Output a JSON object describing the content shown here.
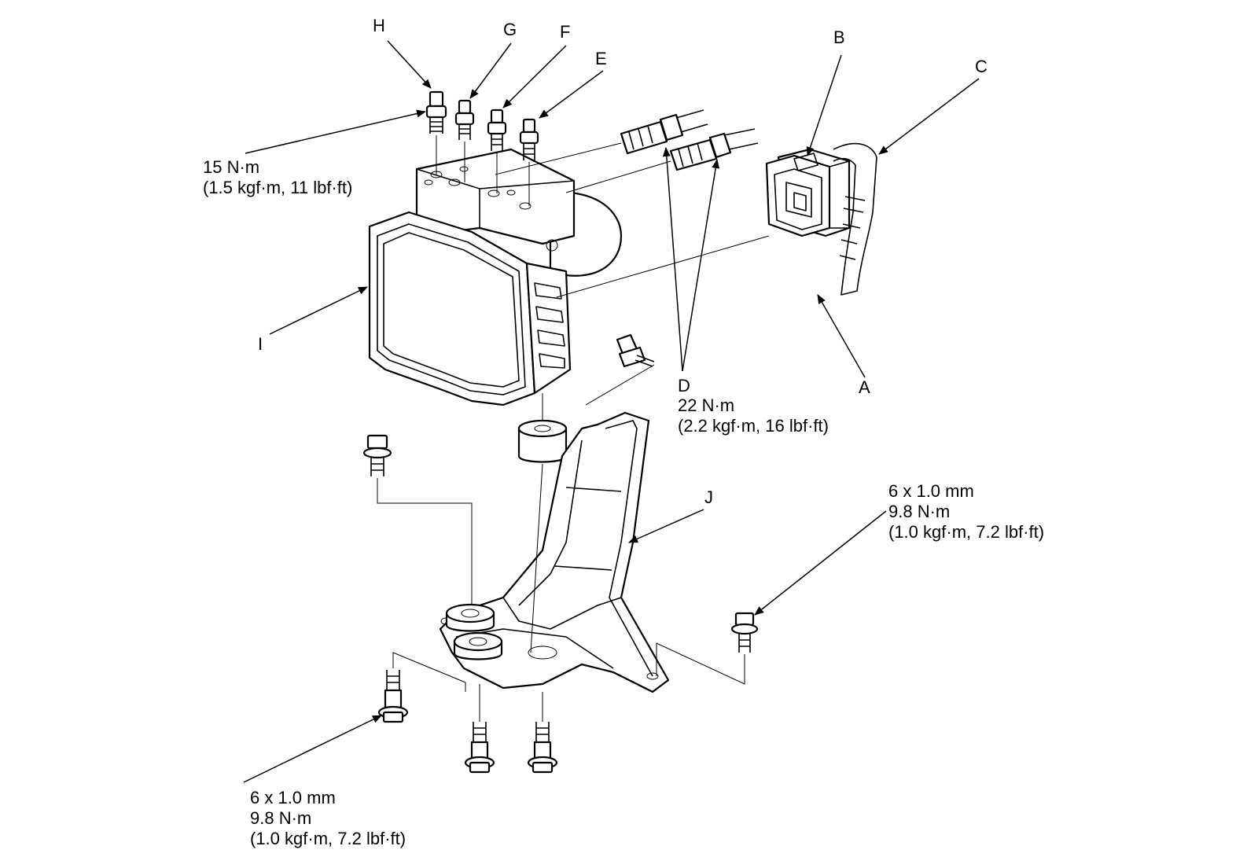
{
  "callouts": {
    "A": "A",
    "B": "B",
    "C": "C",
    "D": "D",
    "E": "E",
    "F": "F",
    "G": "G",
    "H": "H",
    "I": "I",
    "J": "J"
  },
  "torque_top_left": {
    "line1": "15 N·m",
    "line2": "(1.5 kgf·m, 11 lbf·ft)"
  },
  "torque_d": {
    "line1": "22 N·m",
    "line2": "(2.2 kgf·m, 16 lbf·ft)"
  },
  "torque_right": {
    "line1": "6 x 1.0 mm",
    "line2": "9.8 N·m",
    "line3": "(1.0 kgf·m, 7.2 lbf·ft)"
  },
  "torque_bottom_left": {
    "line1": "6 x 1.0 mm",
    "line2": "9.8 N·m",
    "line3": "(1.0 kgf·m, 7.2 lbf·ft)"
  }
}
